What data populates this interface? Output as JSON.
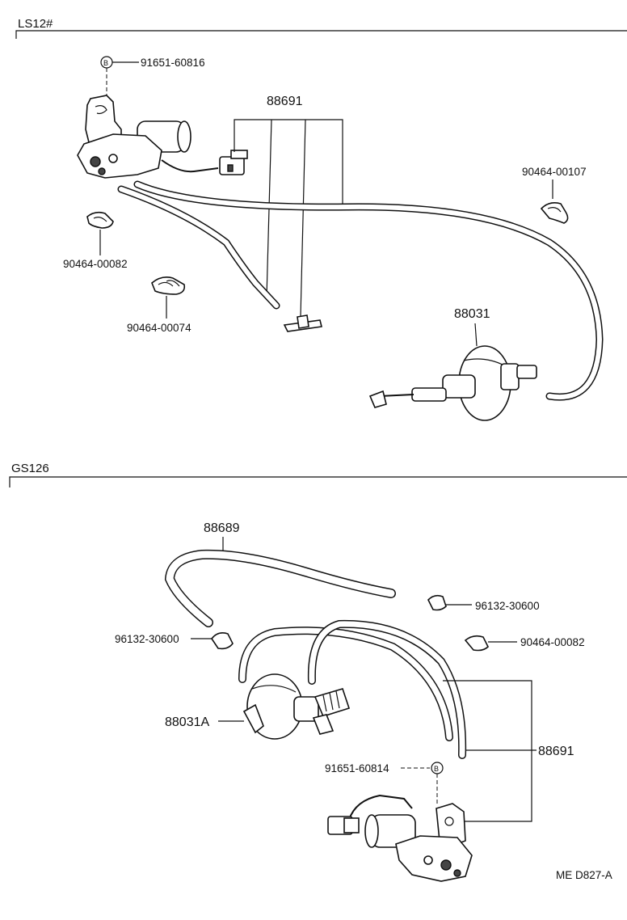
{
  "sections": {
    "top": "LS12#",
    "bottom": "GS126"
  },
  "labels": {
    "p91651_60816": "91651-60816",
    "bolt_b_top": "B",
    "p88691_top": "88691",
    "p90464_00107": "90464-00107",
    "p90464_00082_top": "90464-00082",
    "p90464_00074": "90464-00074",
    "p88031": "88031",
    "p88689": "88689",
    "p96132_30600_right": "96132-30600",
    "p96132_30600_left": "96132-30600",
    "p90464_00082_bottom": "90464-00082",
    "p88031A": "88031A",
    "p88691_bottom": "88691",
    "p91651_60814": "91651-60814",
    "bolt_b_bottom": "B"
  },
  "footer": {
    "code": "ME  D827-A"
  }
}
